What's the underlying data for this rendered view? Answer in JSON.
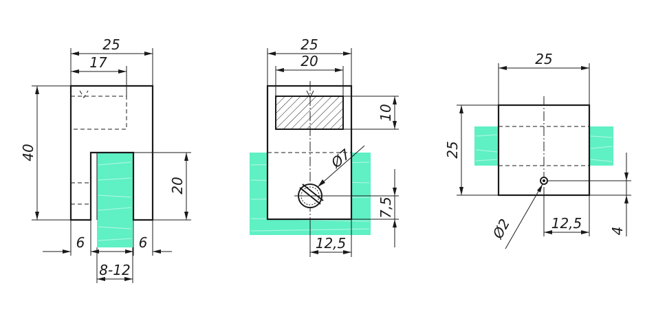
{
  "colors": {
    "panel": "#5ff0c4",
    "line": "#1a1a1a",
    "background": "#ffffff"
  },
  "views": {
    "left": {
      "dim_width": "25",
      "dim_inner": "17",
      "dim_height": "40",
      "dim_slot_depth": "20",
      "dim_side_left": "6",
      "dim_side_right": "6",
      "dim_panel": "8-12"
    },
    "middle": {
      "dim_width": "25",
      "dim_inner": "20",
      "dim_hatch": "10",
      "dim_hole": "Ø7",
      "dim_hole_height": "7,5",
      "dim_hole_pos": "12,5"
    },
    "right": {
      "dim_width": "25",
      "dim_height": "25",
      "dim_hole": "Ø2",
      "dim_hole_pos": "12,5",
      "dim_hole_offset": "4"
    }
  }
}
